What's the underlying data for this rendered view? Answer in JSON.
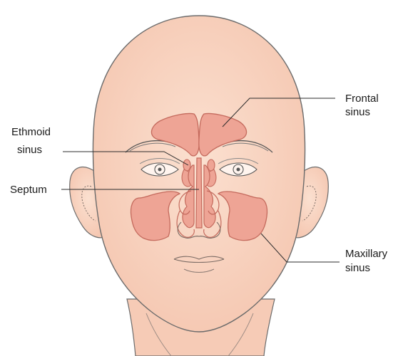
{
  "diagram": {
    "labels": {
      "frontal": [
        "Frontal",
        "sinus"
      ],
      "ethmoid": [
        "Ethmoid",
        "sinus"
      ],
      "septum": [
        "Septum"
      ],
      "maxillary": [
        "Maxillary",
        "sinus"
      ]
    },
    "colors": {
      "skin": "#f9d5c2",
      "skin_outline": "#6b6b6b",
      "sinus_fill": "#eea495",
      "sinus_outline": "#c46a5d",
      "leader_line": "#2b2b2b",
      "text": "#1a1a1a"
    }
  }
}
